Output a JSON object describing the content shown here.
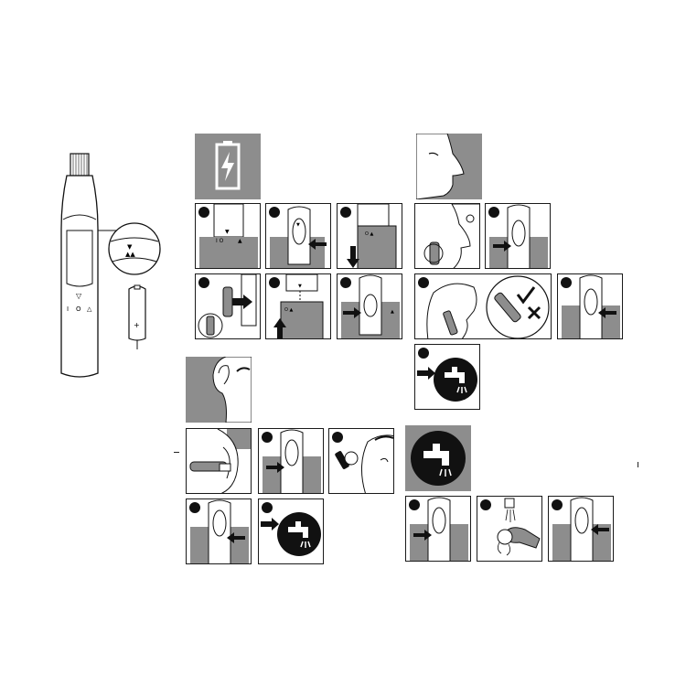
{
  "device": {
    "switch_symbols": [
      "▽",
      "I",
      "O",
      "△"
    ],
    "battery_sign": "+"
  },
  "sections": [
    {
      "name": "insert-battery",
      "header_icon": "battery-charge-icon"
    },
    {
      "name": "nose-trimming",
      "header_icon": "nose-profile-icon"
    },
    {
      "name": "ear-trimming",
      "header_icon": "ear-profile-icon"
    },
    {
      "name": "cleaning",
      "header_icon": "water-tap-icon"
    }
  ],
  "colors": {
    "panel_grey": "#8d8d8d",
    "ink": "#111111",
    "paper": "#ffffff"
  }
}
